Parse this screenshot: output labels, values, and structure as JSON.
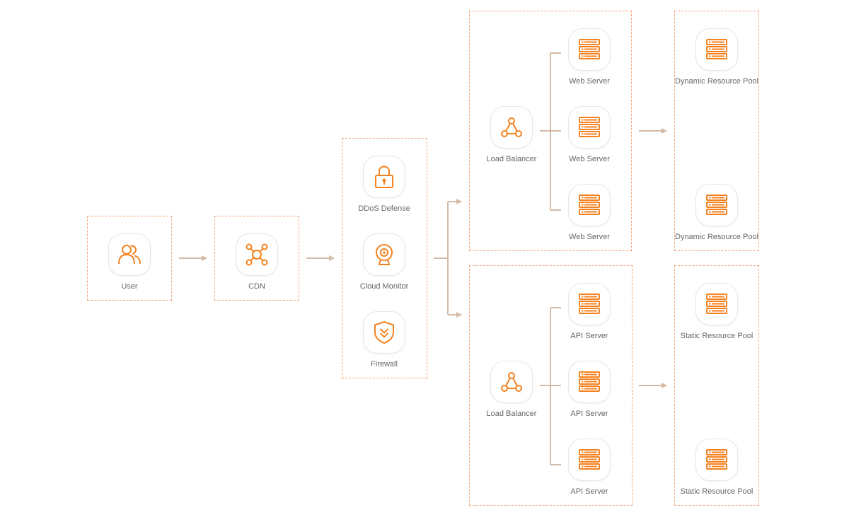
{
  "colors": {
    "accent": "#f58220",
    "border": "#f2a47a",
    "connector": "#d3bba7",
    "text": "#666666"
  },
  "nodes": {
    "user": {
      "label": "User",
      "icon": "users-icon"
    },
    "cdn": {
      "label": "CDN",
      "icon": "network-hub-icon"
    },
    "ddos": {
      "label": "DDoS Defense",
      "icon": "lock-icon"
    },
    "cloud_monitor": {
      "label": "Cloud Monitor",
      "icon": "webcam-icon"
    },
    "firewall": {
      "label": "Firewall",
      "icon": "shield-icon"
    },
    "lb_top": {
      "label": "Load Balancer",
      "icon": "load-balancer-icon"
    },
    "lb_bottom": {
      "label": "Load Balancer",
      "icon": "load-balancer-icon"
    },
    "web_servers": [
      "Web Server",
      "Web Server",
      "Web Server"
    ],
    "api_servers": [
      "API Server",
      "API Server",
      "API Server"
    ],
    "dynamic_pools": [
      "Dynamic Resource Pool",
      "Dynamic Resource Pool"
    ],
    "static_pools": [
      "Static Resource Pool",
      "Static Resource Pool"
    ]
  }
}
